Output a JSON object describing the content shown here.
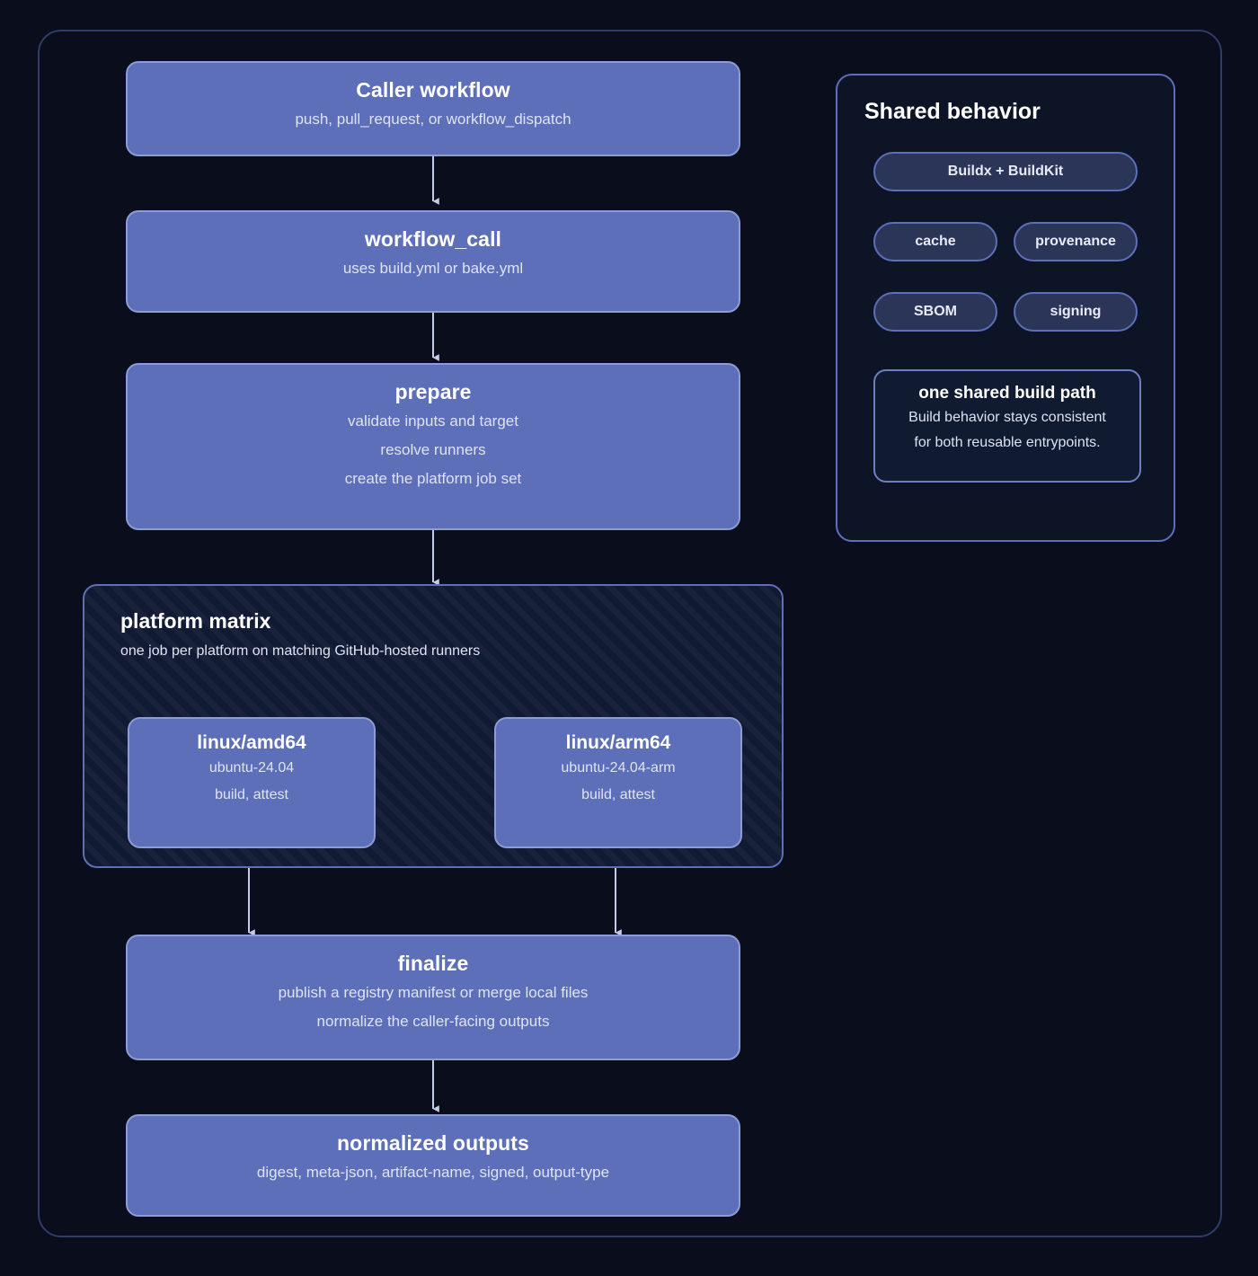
{
  "theme": {
    "background": "#090d1c",
    "node_fill": "#5c6fb8",
    "node_border": "#8d9bd6",
    "frame_border": "#2f3c68",
    "panel_border": "#5c6fb8",
    "panel_fill": "#0d1426",
    "pill_fill": "#2b3558",
    "matrix_fill": "#111a33",
    "arrow_color": "#c5cbe8",
    "title_color": "#ffffff",
    "sub_color": "#dfe3f4"
  },
  "flow": {
    "nodes": [
      {
        "id": "caller-workflow",
        "title": "Caller workflow",
        "subtitles": [
          "push, pull_request, or workflow_dispatch"
        ]
      },
      {
        "id": "workflow-call",
        "title": "workflow_call",
        "subtitles": [
          "uses build.yml or bake.yml"
        ]
      },
      {
        "id": "prepare",
        "title": "prepare",
        "subtitles": [
          "validate inputs and target",
          "resolve runners",
          "create the platform job set"
        ]
      },
      {
        "id": "finalize",
        "title": "finalize",
        "subtitles": [
          "publish a registry manifest or merge local files",
          "normalize the caller-facing outputs"
        ]
      },
      {
        "id": "normalized-outputs",
        "title": "normalized outputs",
        "subtitles": [
          "digest, meta-json, artifact-name, signed, output-type"
        ]
      }
    ]
  },
  "matrix": {
    "title": "platform matrix",
    "subtitle": "one job per platform on matching GitHub-hosted runners",
    "jobs": [
      {
        "id": "linux-amd64",
        "title": "linux/amd64",
        "subtitles": [
          "ubuntu-24.04",
          "build, attest"
        ]
      },
      {
        "id": "linux-arm64",
        "title": "linux/arm64",
        "subtitles": [
          "ubuntu-24.04-arm",
          "build, attest"
        ]
      }
    ]
  },
  "shared_behavior": {
    "title": "Shared behavior",
    "pills": [
      {
        "id": "buildx-buildkit",
        "label": "Buildx + BuildKit"
      },
      {
        "id": "cache",
        "label": "cache"
      },
      {
        "id": "provenance",
        "label": "provenance"
      },
      {
        "id": "sbom",
        "label": "SBOM"
      },
      {
        "id": "signing",
        "label": "signing"
      }
    ],
    "callout": {
      "title": "one shared build path",
      "lines": [
        "Build behavior stays consistent",
        "for both reusable entrypoints."
      ]
    }
  }
}
